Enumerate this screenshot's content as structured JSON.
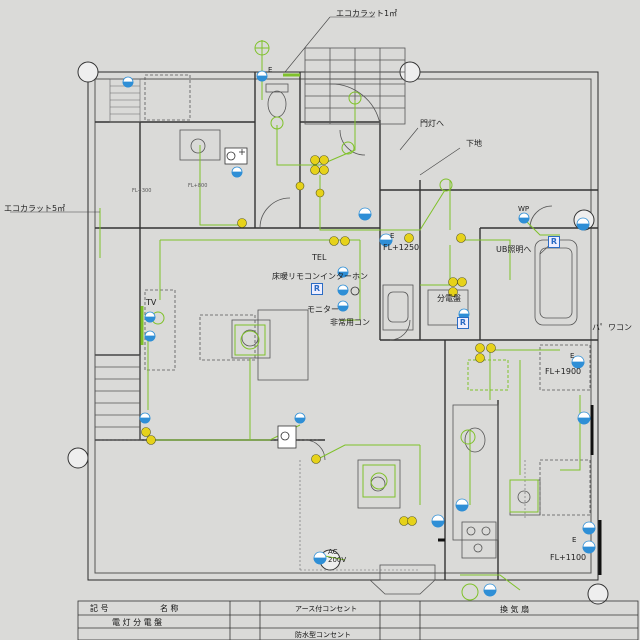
{
  "labels": {
    "ecocarat_1": "エコカラット1㎡",
    "ecocarat_5": "エコカラット5㎡",
    "gate_light": "門灯へ",
    "ground": "下地",
    "wp": "WP",
    "fl_1250": "FL+1250",
    "ub_light": "UB照明へ",
    "tel": "TEL",
    "floor_heat_remote": "床暖リモコンインターホン",
    "monitor": "モニター",
    "emergency_outlet": "非常用コン",
    "distribution_board": "分電盤",
    "wash_machine": "ハ゜ワコン",
    "fl_1900": "FL+1900",
    "tv": "TV",
    "ac_200v": "AC",
    "ac_200v_sub": "200V",
    "fl_1100": "FL+1100",
    "e_mark": "E",
    "r_mark": "R",
    "fl_300": "FL+300",
    "fl_800": "FL+800"
  },
  "legend": {
    "header_symbol": "記 号",
    "header_name": "名 称",
    "earth_outlet": "アース付コンセント",
    "ventilation": "換 気 扇",
    "panel": "電 灯 分 電 盤",
    "waterproof_outlet": "防水型コンセント"
  },
  "colors": {
    "wall": "#2a2a2a",
    "wire": "#7fc12a",
    "outlet_yellow": "#e6d21a",
    "outlet_blue": "#2f8fd6",
    "paper": "#d8d8d6"
  }
}
